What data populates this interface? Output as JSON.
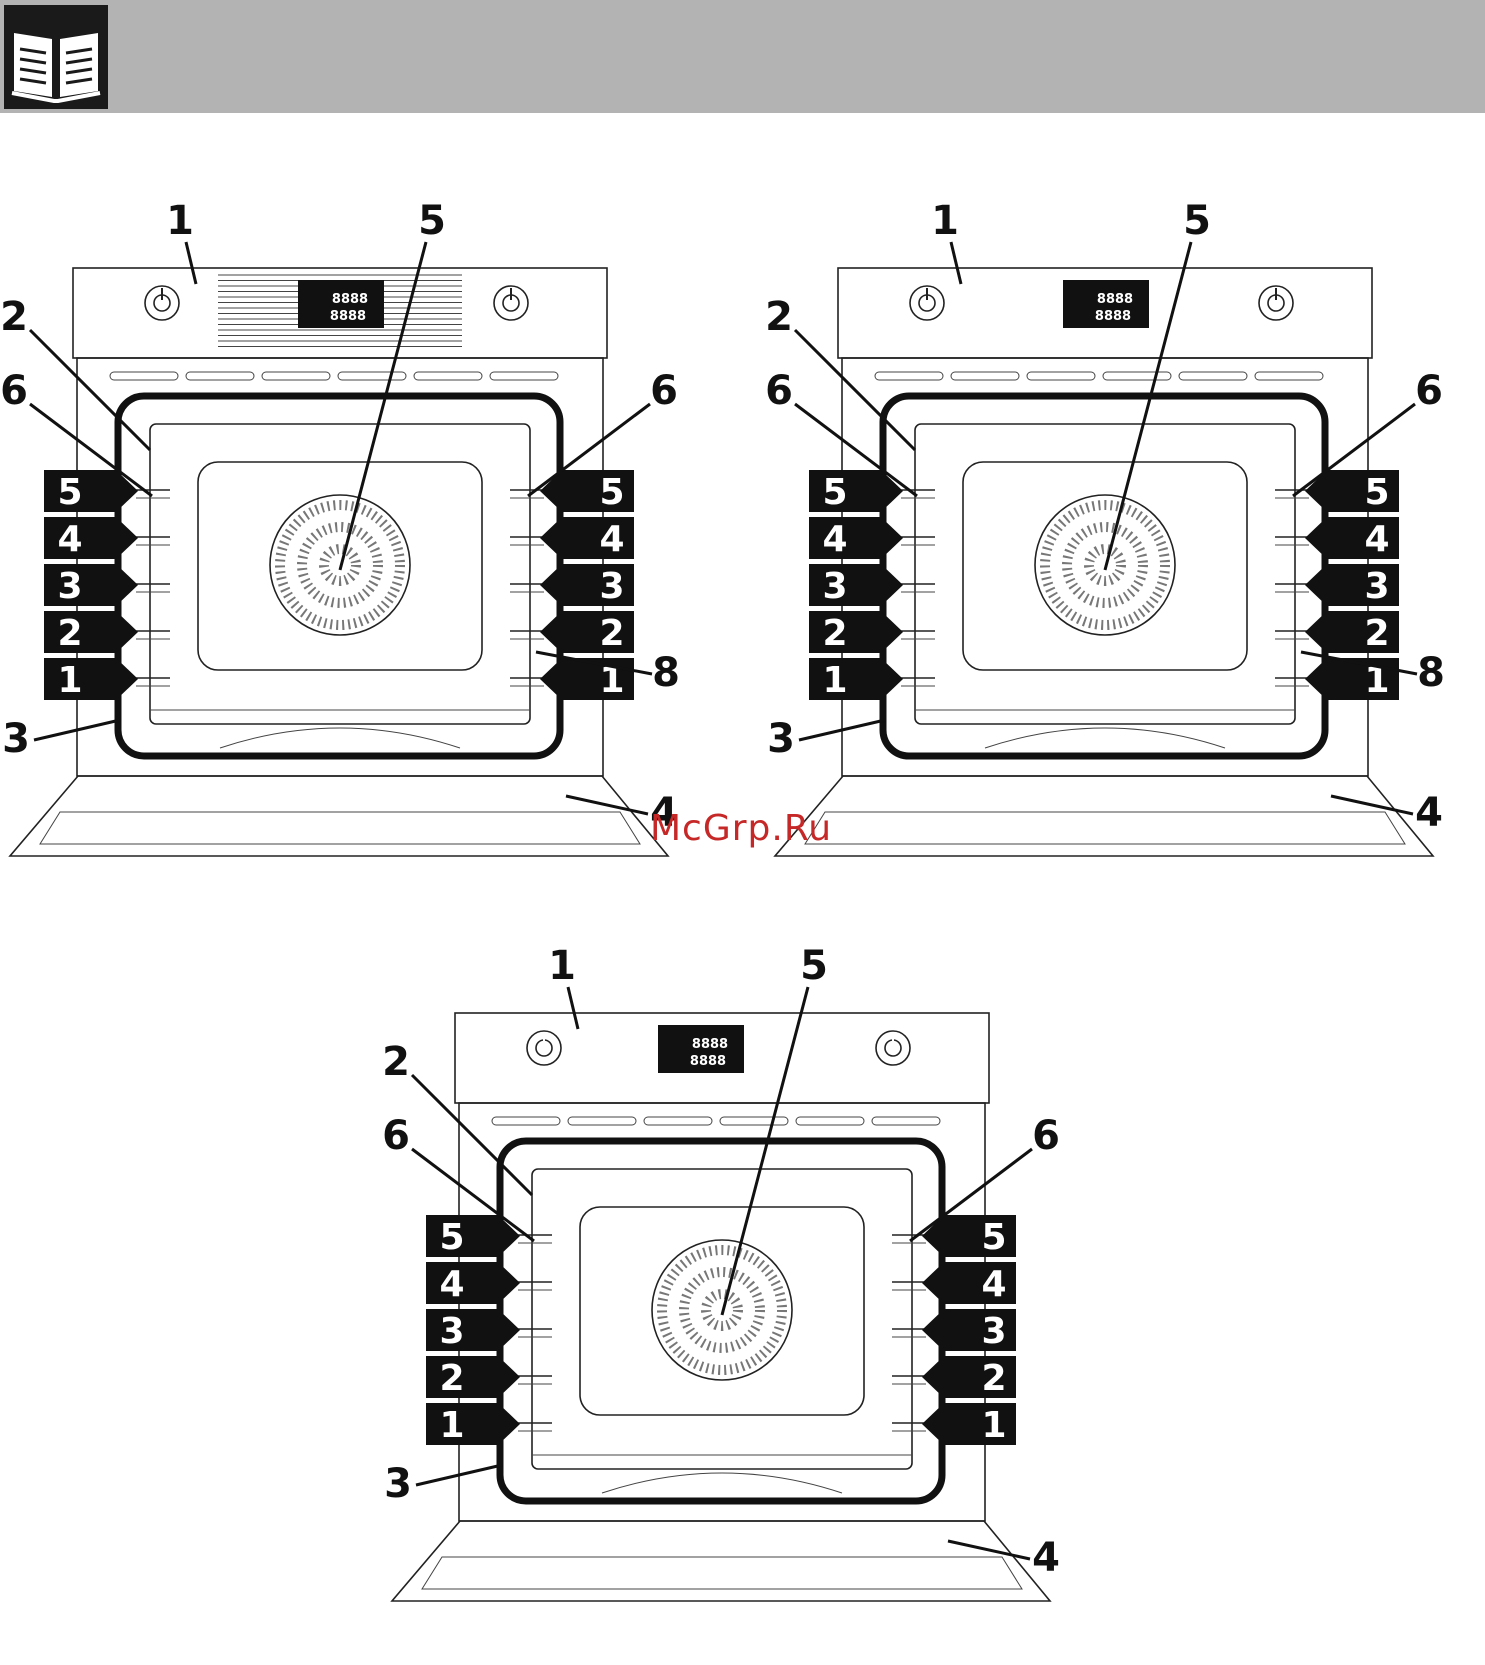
{
  "header": {
    "icon": "open-book-icon",
    "bar_color": "#b3b3b3"
  },
  "watermark": "McGrp.Ru",
  "callouts": {
    "control_panel": "1",
    "shelf_guides": "2",
    "door_seal": "3",
    "door": "4",
    "fan_cover": "5",
    "rack_support": "6",
    "side_item": "8"
  },
  "shelf_levels": [
    "5",
    "4",
    "3",
    "2",
    "1"
  ],
  "diagrams": [
    {
      "variant": "stainless-panel-with-slats",
      "display": {
        "digits_top": "8888",
        "digits_bottom": "8888"
      }
    },
    {
      "variant": "plain-panel",
      "display": {
        "digits_top": "8888",
        "digits_bottom": "8888"
      }
    },
    {
      "variant": "dark-knobs",
      "display": {
        "digits_top": "8888",
        "digits_bottom": "8888"
      }
    }
  ]
}
